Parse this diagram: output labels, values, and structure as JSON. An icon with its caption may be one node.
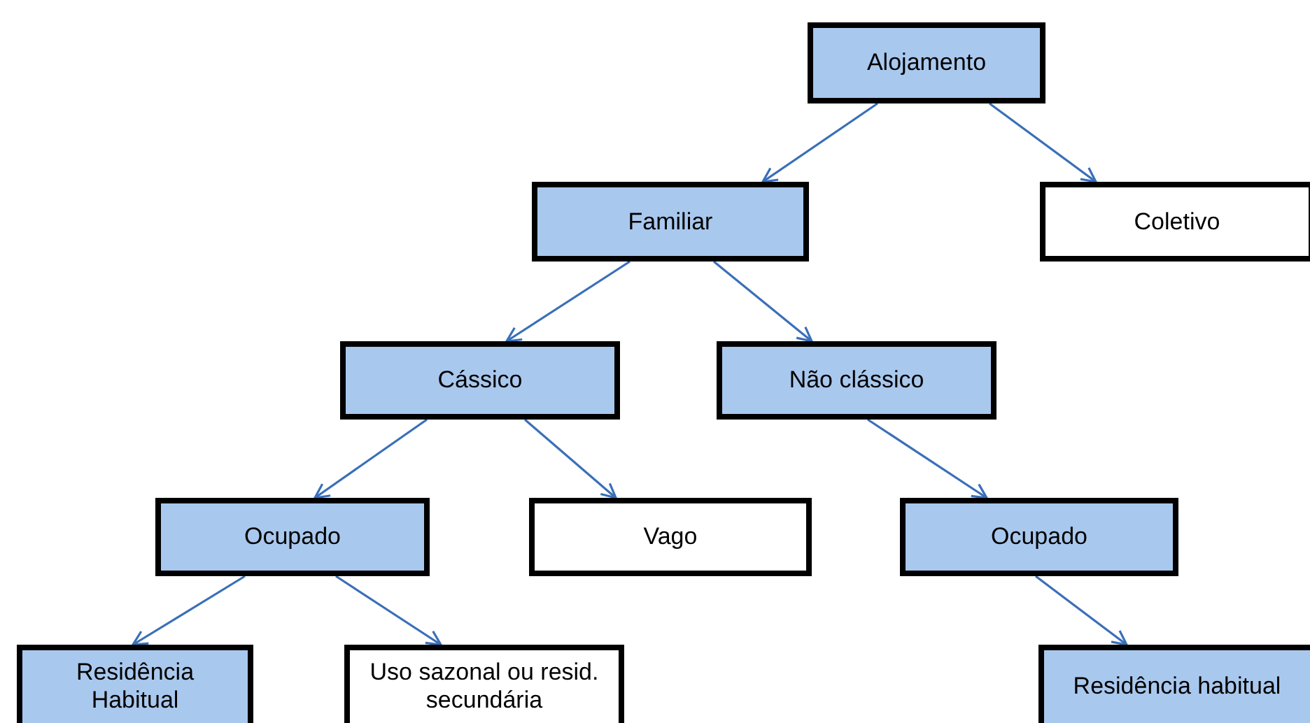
{
  "diagram": {
    "nodes": [
      {
        "text": [
          "Alojamento"
        ]
      },
      {
        "text": [
          "Familiar"
        ]
      },
      {
        "text": [
          "Coletivo"
        ]
      },
      {
        "text": [
          "Cássico"
        ]
      },
      {
        "text": [
          "Não clássico"
        ]
      },
      {
        "text": [
          "Ocupado"
        ]
      },
      {
        "text": [
          "Vago"
        ]
      },
      {
        "text": [
          "Ocupado"
        ]
      },
      {
        "text": [
          "Residência Habitual"
        ]
      },
      {
        "text": [
          "Uso sazonal ou resid. secundária"
        ]
      },
      {
        "text": [
          "Residência habitual"
        ]
      }
    ],
    "edges": [
      {
        "from": 0,
        "to": 1,
        "arrow": "to"
      },
      {
        "from": 0,
        "to": 2,
        "arrow": "to"
      },
      {
        "from": 1,
        "to": 3,
        "arrow": "to"
      },
      {
        "from": 1,
        "to": 4,
        "arrow": "to"
      },
      {
        "from": 3,
        "to": 5,
        "arrow": "to"
      },
      {
        "from": 3,
        "to": 6,
        "arrow": "to"
      },
      {
        "from": 4,
        "to": 7,
        "arrow": "to"
      },
      {
        "from": 5,
        "to": 8,
        "arrow": "to"
      },
      {
        "from": 5,
        "to": 9,
        "arrow": "to"
      },
      {
        "from": 7,
        "to": 10,
        "arrow": "to"
      }
    ]
  }
}
